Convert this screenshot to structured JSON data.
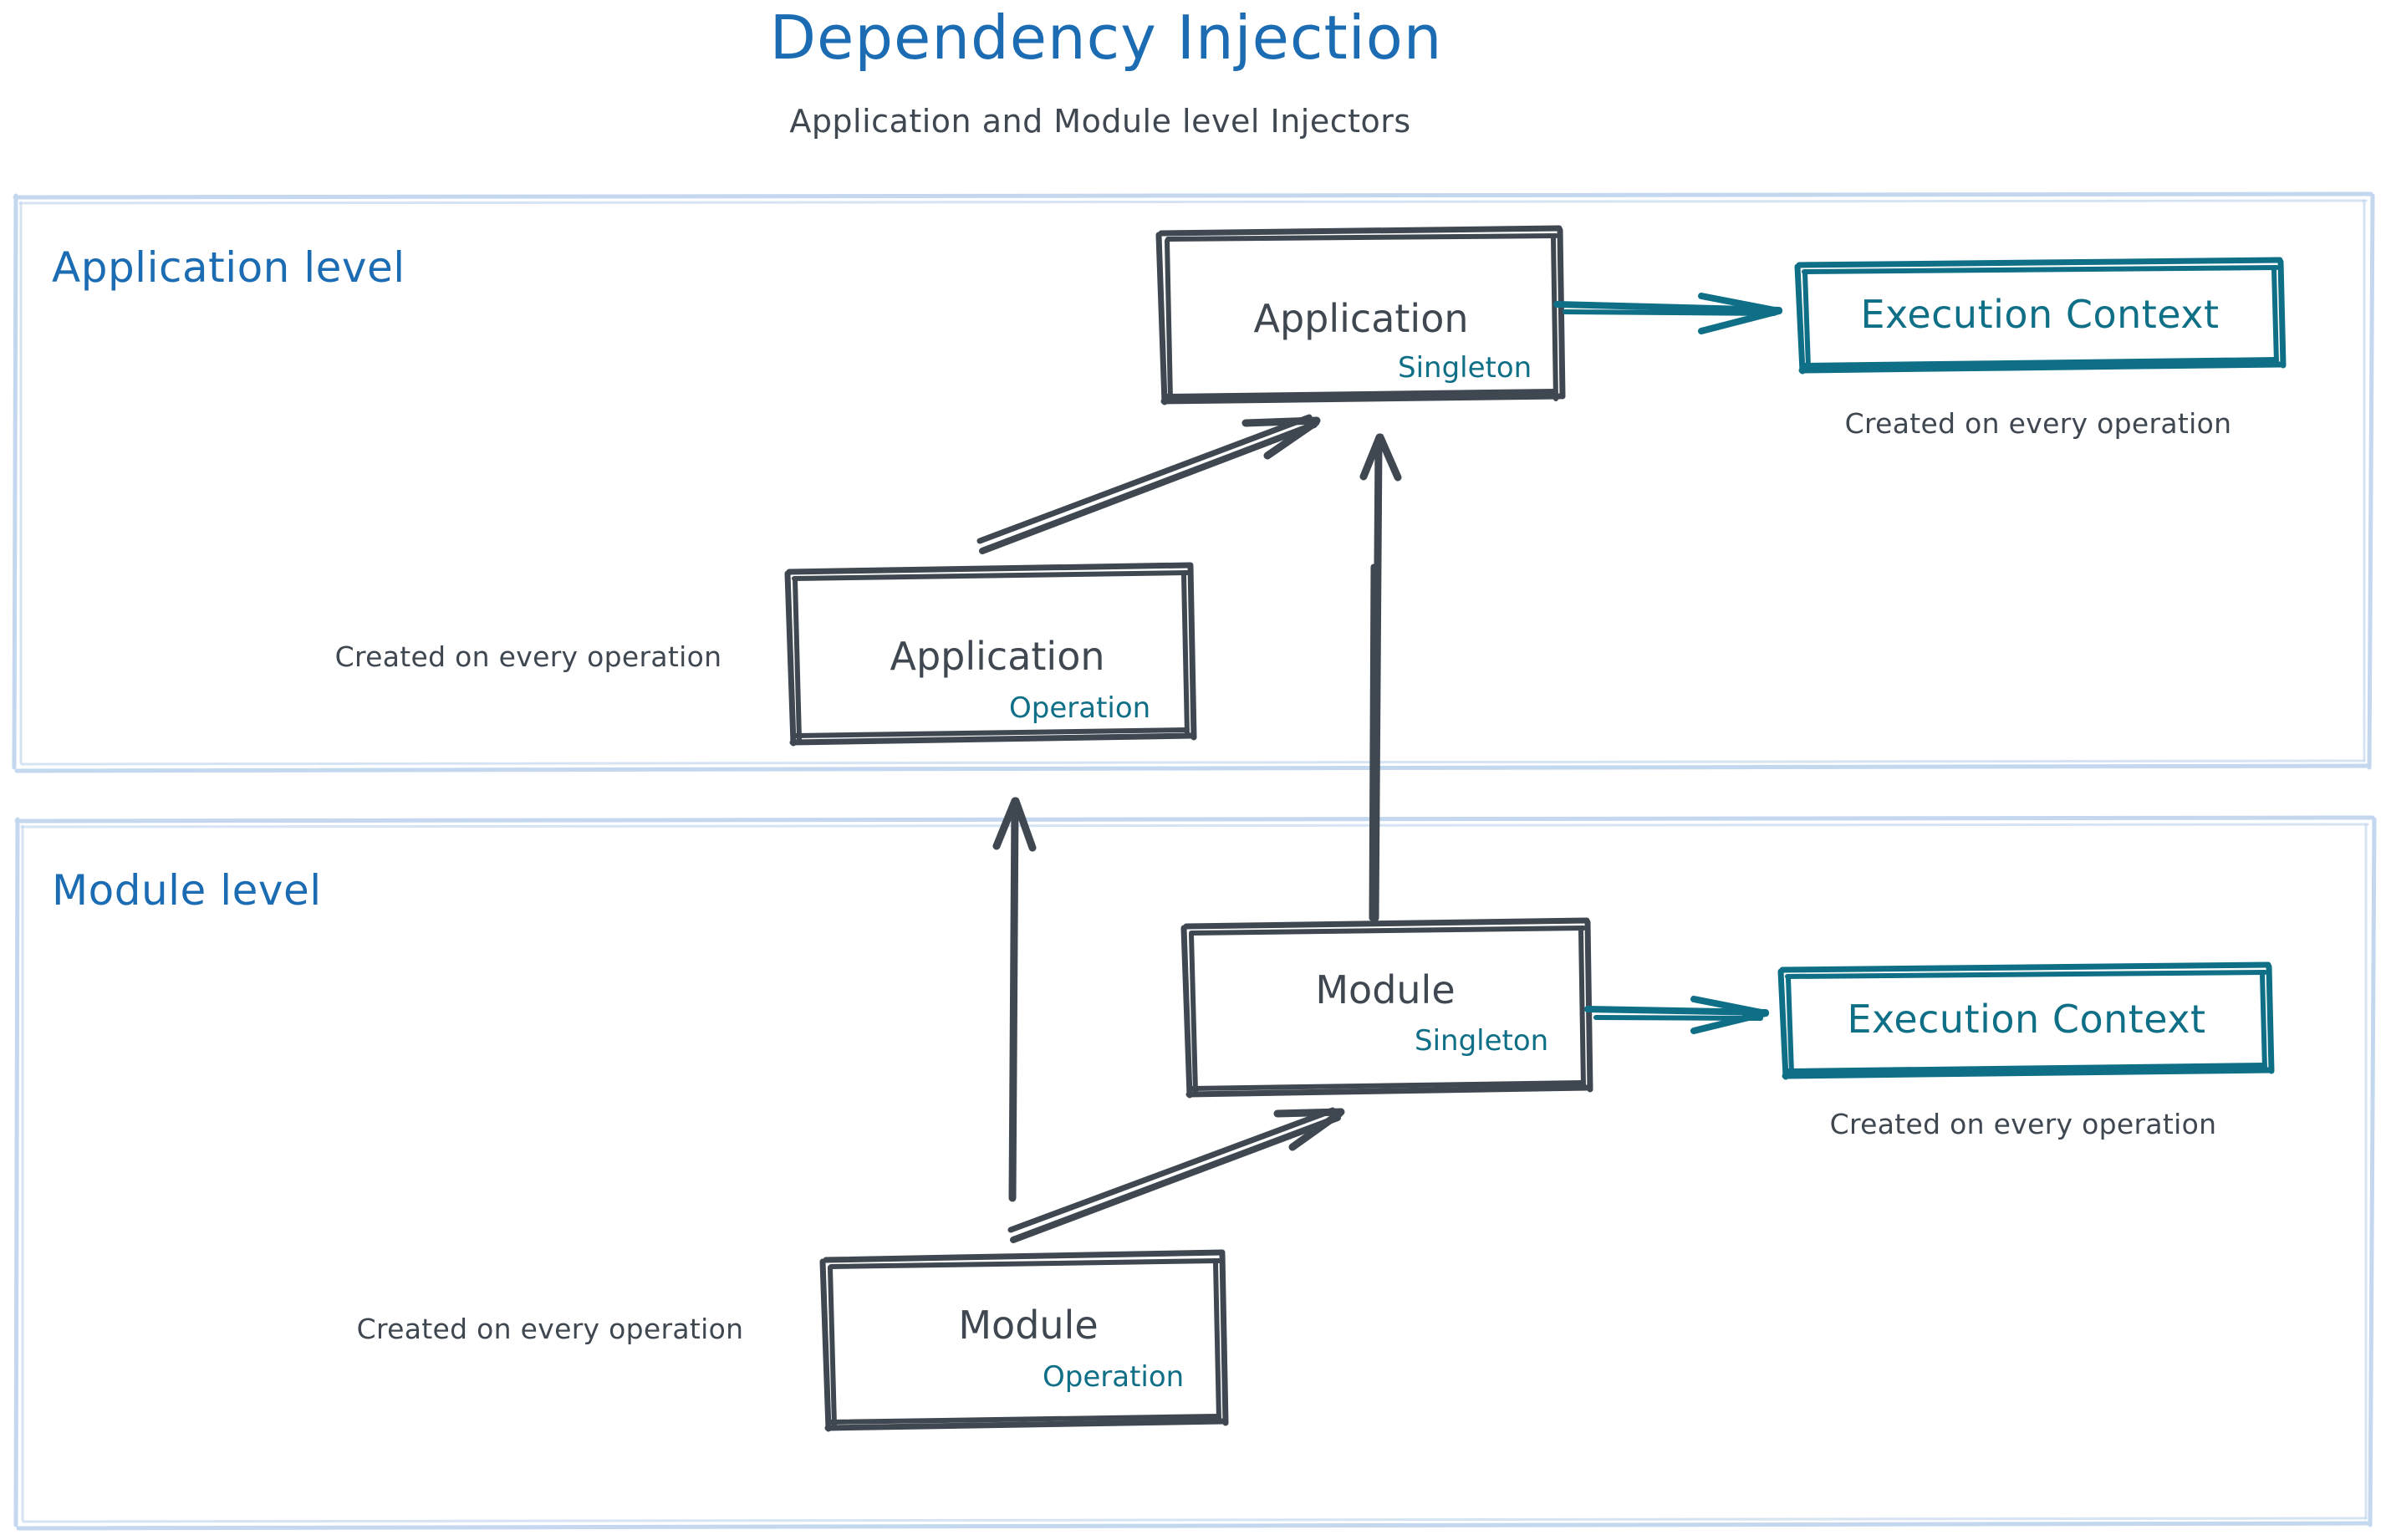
{
  "header": {
    "title": "Dependency Injection",
    "subtitle": "Application and Module level Injectors",
    "title_color": "#1b6cb3",
    "subtitle_color": "#3f4750"
  },
  "colors": {
    "accent_blue": "#1b6cb3",
    "sketch_gray": "#3f4750",
    "teal": "#0f6f86",
    "panel_border": "#c3d7ee"
  },
  "panels": [
    {
      "id": "application-level",
      "label": "Application level"
    },
    {
      "id": "module-level",
      "label": "Module level"
    }
  ],
  "nodes": {
    "application_singleton": {
      "title": "Application",
      "scope": "Singleton"
    },
    "application_operation": {
      "title": "Application",
      "scope": "Operation",
      "note": "Created on every operation"
    },
    "module_singleton": {
      "title": "Module",
      "scope": "Singleton"
    },
    "module_operation": {
      "title": "Module",
      "scope": "Operation",
      "note": "Created on every operation"
    },
    "execution_context_app": {
      "title": "Execution Context",
      "note": "Created on every operation"
    },
    "execution_context_module": {
      "title": "Execution Context",
      "note": "Created on every operation"
    }
  },
  "edges": [
    {
      "id": "app-singleton-to-ec",
      "from": "application_singleton",
      "to": "execution_context_app",
      "style": "teal-arrow"
    },
    {
      "id": "app-operation-to-app-singleton",
      "from": "application_operation",
      "to": "application_singleton",
      "style": "gray-arrow"
    },
    {
      "id": "module-singleton-to-app-singleton",
      "from": "module_singleton",
      "to": "application_singleton",
      "style": "gray-arrow"
    },
    {
      "id": "module-singleton-to-ec",
      "from": "module_singleton",
      "to": "execution_context_module",
      "style": "teal-arrow"
    },
    {
      "id": "module-operation-to-module-singleton",
      "from": "module_operation",
      "to": "module_singleton",
      "style": "gray-arrow"
    },
    {
      "id": "module-operation-to-app-operation",
      "from": "module_operation",
      "to": "application_operation",
      "style": "gray-arrow"
    }
  ]
}
